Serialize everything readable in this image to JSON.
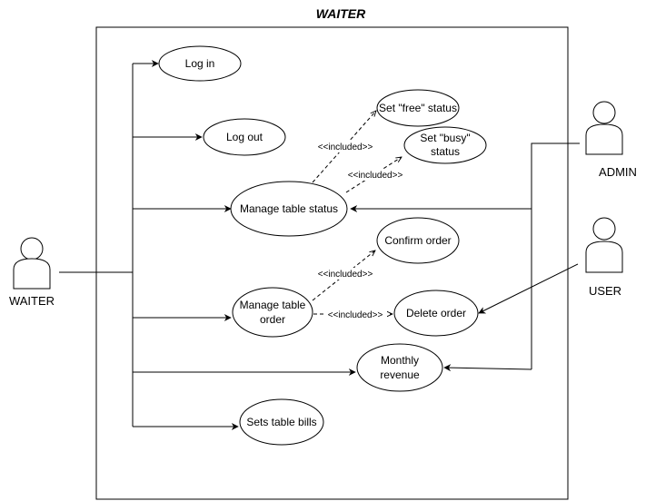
{
  "system": {
    "title": "WAITER"
  },
  "actors": {
    "waiter": {
      "label": "WAITER"
    },
    "admin": {
      "label": "ADMIN"
    },
    "user": {
      "label": "USER"
    }
  },
  "use_cases": {
    "log_in": [
      "Log in"
    ],
    "log_out": [
      "Log out"
    ],
    "manage_table_status": [
      "Manage table status"
    ],
    "set_free": [
      "Set \"free\" status"
    ],
    "set_busy": [
      "Set \"busy\"",
      "status"
    ],
    "manage_table_order": [
      "Manage table",
      "order"
    ],
    "confirm_order": [
      "Confirm order"
    ],
    "delete_order": [
      "Delete order"
    ],
    "monthly_revenue": [
      "Monthly",
      "revenue"
    ],
    "sets_table_bills": [
      "Sets table bills"
    ]
  },
  "relations": {
    "included_free": "<<included>>",
    "included_busy": "<<included>>",
    "included_confirm": "<<included>>",
    "included_delete": "<<included>>"
  }
}
